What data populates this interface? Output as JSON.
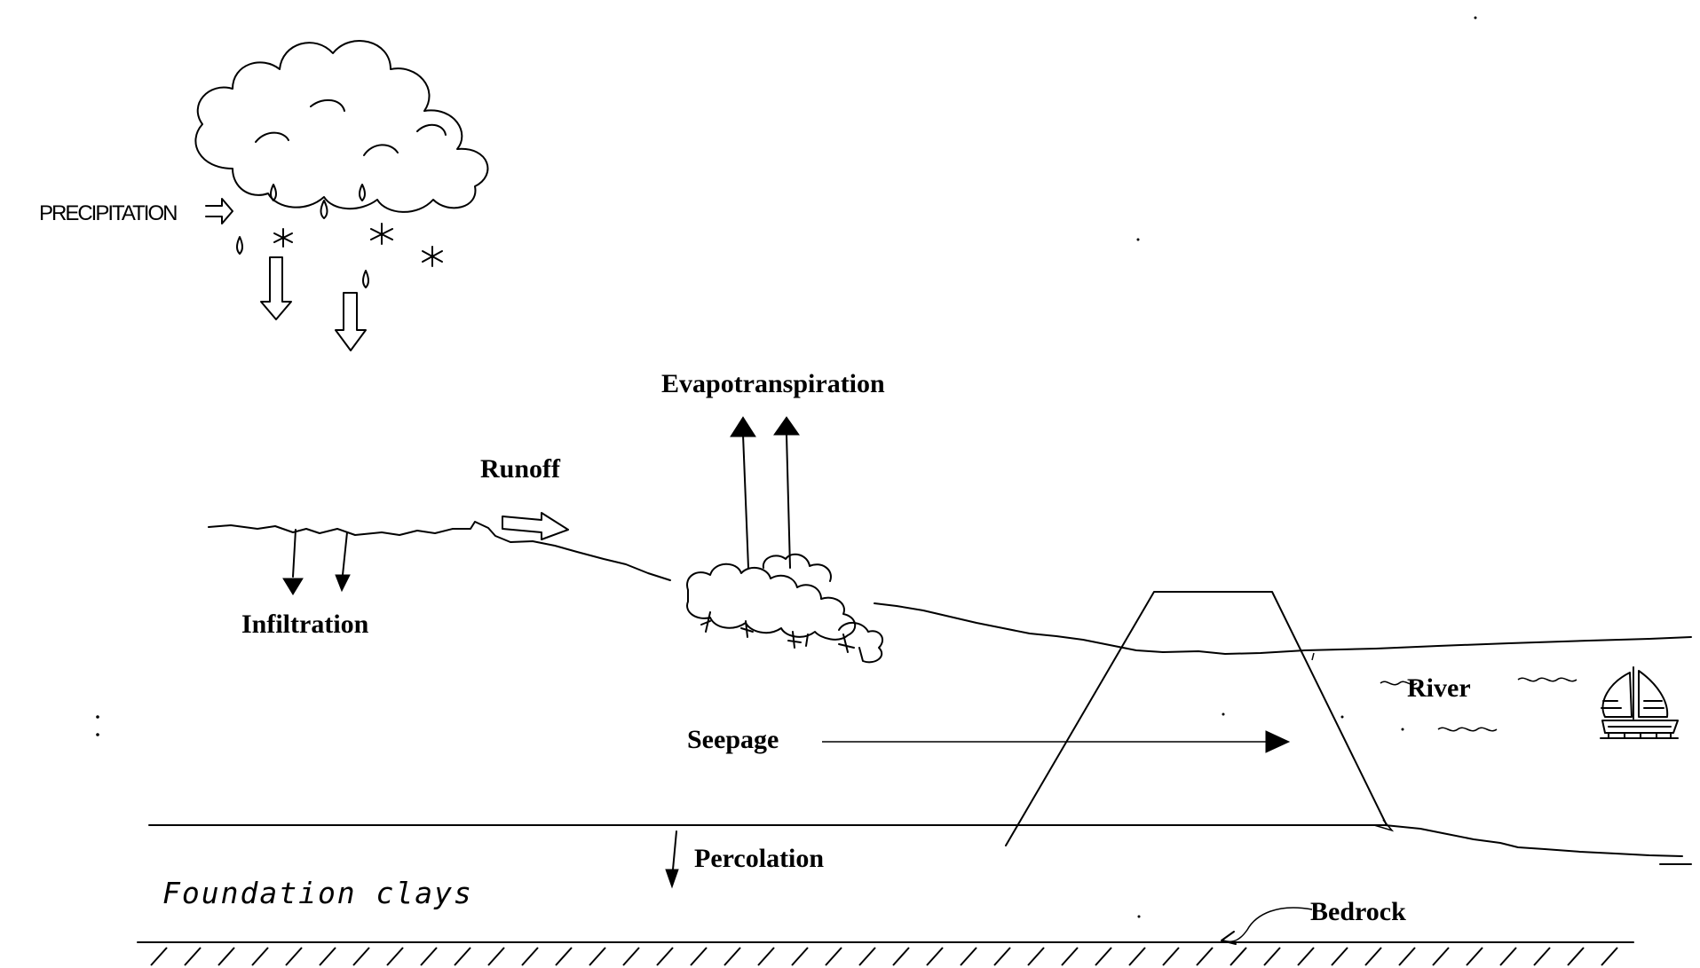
{
  "labels": {
    "precipitation": "PRECIPITATION",
    "evapotranspiration": "Evapotranspiration",
    "runoff": "Runoff",
    "infiltration": "Infiltration",
    "seepage": "Seepage",
    "river": "River",
    "percolation": "Percolation",
    "foundation_clays": "Foundation clays",
    "bedrock": "Bedrock"
  },
  "icons": [
    "cloud-icon",
    "raindrop-icon",
    "snowflake-icon",
    "shrub-icon",
    "sailboat-icon"
  ],
  "colors": {
    "ink": "#000000",
    "background": "#ffffff"
  }
}
